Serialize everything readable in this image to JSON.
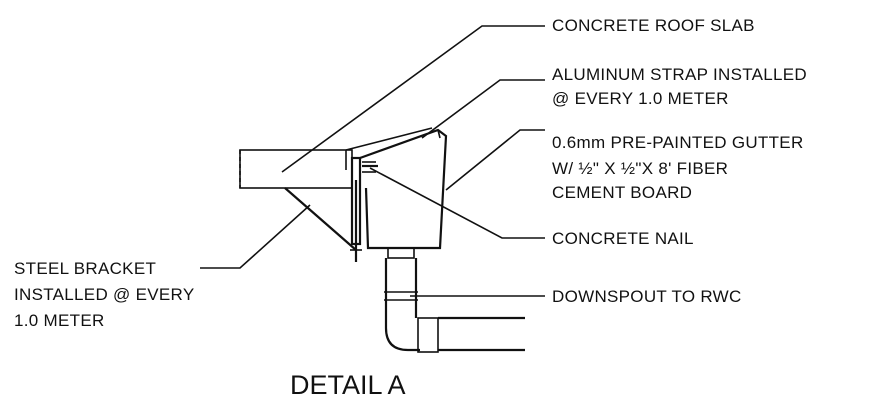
{
  "title": "DETAIL A",
  "callouts": {
    "roof_slab": "CONCRETE ROOF SLAB",
    "strap_1": "ALUMINUM STRAP INSTALLED",
    "strap_2": "@ EVERY 1.0 METER",
    "gutter_1": "0.6mm PRE-PAINTED GUTTER",
    "gutter_2": "W/ ½\" X ½\"X 8' FIBER",
    "gutter_3": "CEMENT BOARD",
    "nail": "CONCRETE NAIL",
    "downspout": "DOWNSPOUT TO RWC",
    "bracket_1": "STEEL BRACKET",
    "bracket_2": "INSTALLED @ EVERY",
    "bracket_3": "1.0 METER"
  }
}
